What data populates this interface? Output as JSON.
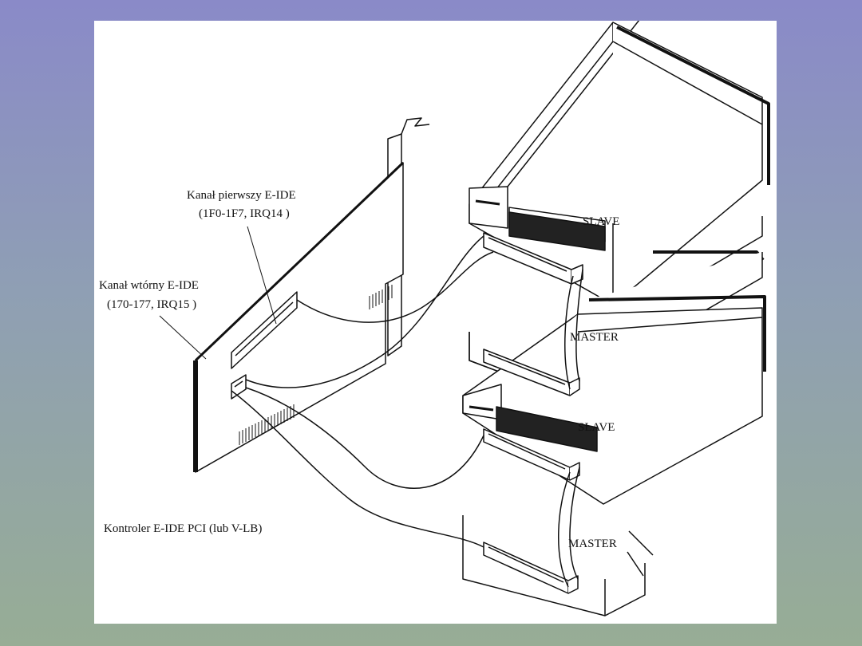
{
  "labels": {
    "channel1_line1": "Kanał pierwszy E-IDE",
    "channel1_line2": "(1F0-1F7, IRQ14 )",
    "channel2_line1": "Kanał wtórny E-IDE",
    "channel2_line2": "(170-177, IRQ15 )",
    "slave_top": "SLAVE",
    "master_top": "MASTER",
    "slave_bottom": "SLAVE",
    "master_bottom": "MASTER",
    "controller": "Kontroler E-IDE PCI (lub V-LB)"
  },
  "colors": {
    "background_top": "#8a8ac8",
    "background_bottom": "#97ad95",
    "panel": "#ffffff",
    "ink": "#111111"
  }
}
